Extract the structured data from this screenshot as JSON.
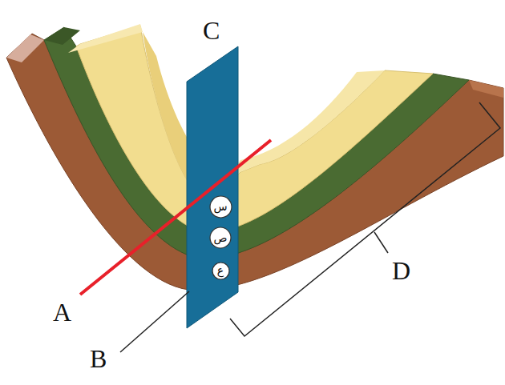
{
  "diagram": {
    "nodes": [
      {
        "text": [
          "س"
        ]
      },
      {
        "text": [
          "ص"
        ]
      },
      {
        "text": [
          "ع"
        ]
      }
    ],
    "labels": [
      "C",
      "A",
      "B",
      "D"
    ]
  }
}
